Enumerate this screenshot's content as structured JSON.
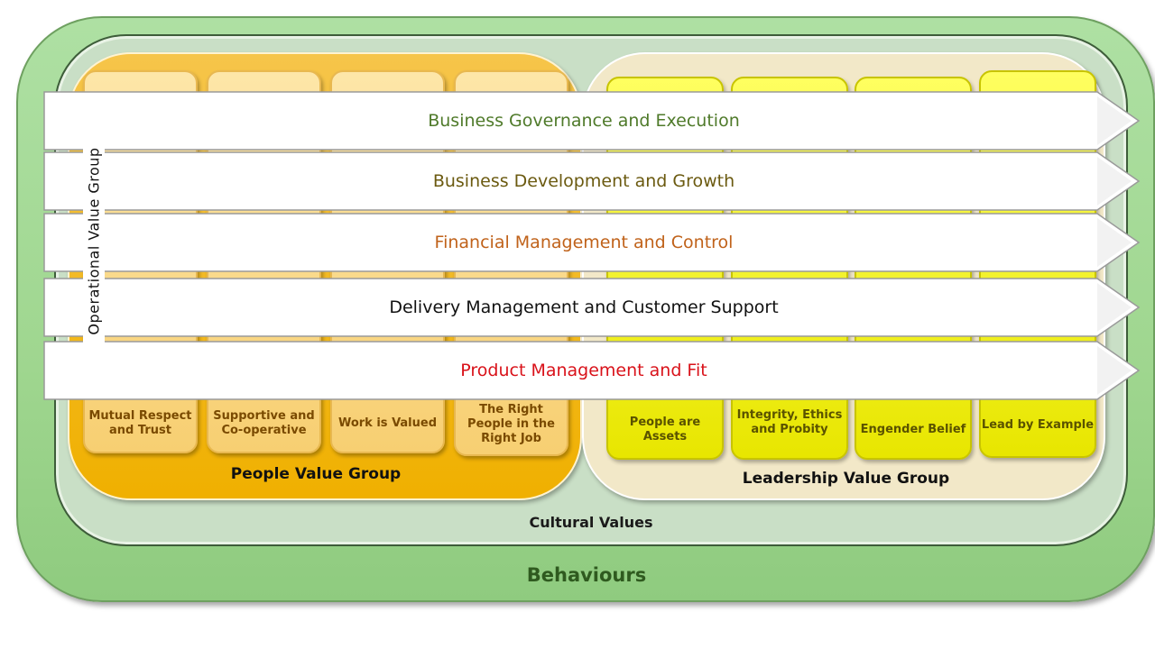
{
  "behaviours": {
    "label": "Behaviours"
  },
  "cultural_values": {
    "label": "Cultural Values"
  },
  "people_group": {
    "label": "People Value Group",
    "tiles": [
      "Mutual Respect and Trust",
      "Supportive and Co-operative",
      "Work is Valued",
      "The Right People in the Right Job"
    ]
  },
  "leadership_group": {
    "label": "Leadership Value Group",
    "tiles": [
      "People are Assets",
      "Integrity, Ethics and Probity",
      "Engender Belief",
      "Lead by Example"
    ]
  },
  "operational_group": {
    "label": "Operational Value Group",
    "bands": [
      {
        "label": "Business Governance and Execution",
        "color": "#4f7a2a"
      },
      {
        "label": "Business Development and Growth",
        "color": "#6b5a10"
      },
      {
        "label": "Financial Management and Control",
        "color": "#c0621a"
      },
      {
        "label": "Delivery Management and Customer Support",
        "color": "#111111"
      },
      {
        "label": "Product Management and Fit",
        "color": "#d9121a"
      }
    ]
  },
  "colors": {
    "behaviours_fill": "#9fd68f",
    "people_fill": "#f0b000",
    "leadership_fill": "#f2e8c8",
    "leadership_tile": "#ffff40"
  }
}
